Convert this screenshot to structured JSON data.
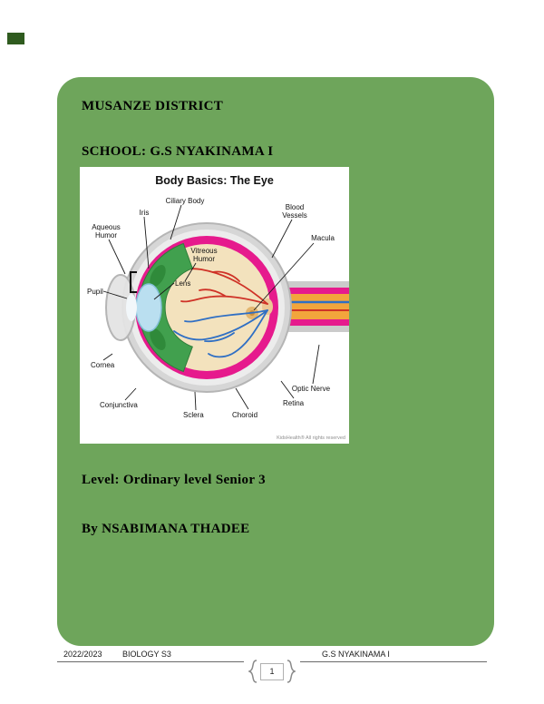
{
  "cover": {
    "district": "MUSANZE DISTRICT",
    "school_line": "SCHOOL: G.S NYAKINAMA I",
    "level_line": "Level: Ordinary level Senior 3",
    "author_line": "By NSABIMANA THADEE"
  },
  "diagram": {
    "title": "Body Basics: The Eye",
    "credit": "KidsHealth® All rights reserved",
    "labels": {
      "ciliary_body": "Ciliary Body",
      "iris": "Iris",
      "aqueous_humor": "Aqueous Humor",
      "pupil": "Pupil",
      "lens": "Lens",
      "vitreous_humor": "Vitreous Humor",
      "blood_vessels": "Blood Vessels",
      "macula": "Macula",
      "cornea": "Cornea",
      "conjunctiva": "Conjunctiva",
      "sclera": "Sclera",
      "choroid": "Choroid",
      "retina": "Retina",
      "optic_nerve": "Optic Nerve"
    }
  },
  "footer": {
    "year": "2022/2023",
    "subject": "BIOLOGY S3",
    "school": "G.S NYAKINAMA I",
    "page_number": "1"
  },
  "colors": {
    "cover_green": "#6EA55B",
    "corner_chip_green": "#2F5B1F",
    "choroid_magenta": "#E61A8D",
    "vitreous_cream": "#F3E2BD",
    "optic_nerve_orange": "#F2A53C",
    "ciliary_green": "#41A04E",
    "lens_blue": "#BADFF0",
    "vessel_red": "#CF3227",
    "vessel_blue": "#2F6FC4"
  }
}
